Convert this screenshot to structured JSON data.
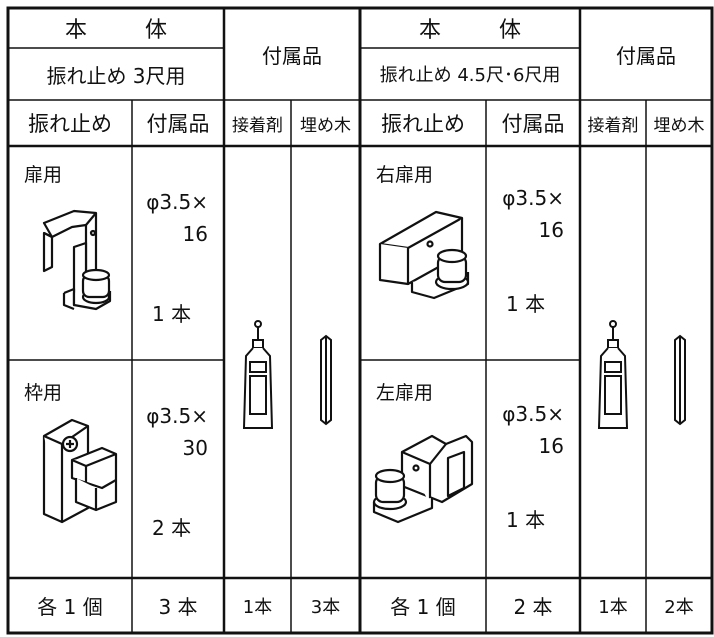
{
  "left_group": {
    "header_main": "本　体",
    "header_sub": "振れ止め 3尺用",
    "accessories_header": "付属品",
    "col_stopper": "振れ止め",
    "col_accessory": "付属品",
    "col_adhesive": "接着剤",
    "col_filler": "埋め木",
    "rows": [
      {
        "label": "扉用",
        "spec_line1": "φ3.5×",
        "spec_line2": "16",
        "qty": "1 本"
      },
      {
        "label": "枠用",
        "spec_line1": "φ3.5×",
        "spec_line2": "30",
        "qty": "2 本"
      }
    ],
    "footer": {
      "stopper": "各 1 個",
      "accessory": "3 本",
      "adhesive": "1本",
      "filler": "3本"
    }
  },
  "right_group": {
    "header_main": "本　体",
    "header_sub": "振れ止め 4.5尺･6尺用",
    "accessories_header": "付属品",
    "col_stopper": "振れ止め",
    "col_accessory": "付属品",
    "col_adhesive": "接着剤",
    "col_filler": "埋め木",
    "rows": [
      {
        "label": "右扉用",
        "spec_line1": "φ3.5×",
        "spec_line2": "16",
        "qty": "1 本"
      },
      {
        "label": "左扉用",
        "spec_line1": "φ3.5×",
        "spec_line2": "16",
        "qty": "1 本"
      }
    ],
    "footer": {
      "stopper": "各 1 個",
      "accessory": "2 本",
      "adhesive": "1本",
      "filler": "2本"
    }
  },
  "icons": {
    "door_stopper": "door-stopper-bracket-icon",
    "frame_stopper": "frame-stopper-bracket-icon",
    "right_door_stopper": "right-door-stopper-icon",
    "left_door_stopper": "left-door-stopper-icon",
    "adhesive": "adhesive-tube-icon",
    "filler": "wood-filler-stick-icon"
  },
  "colors": {
    "line": "#111111",
    "background": "#ffffff"
  }
}
